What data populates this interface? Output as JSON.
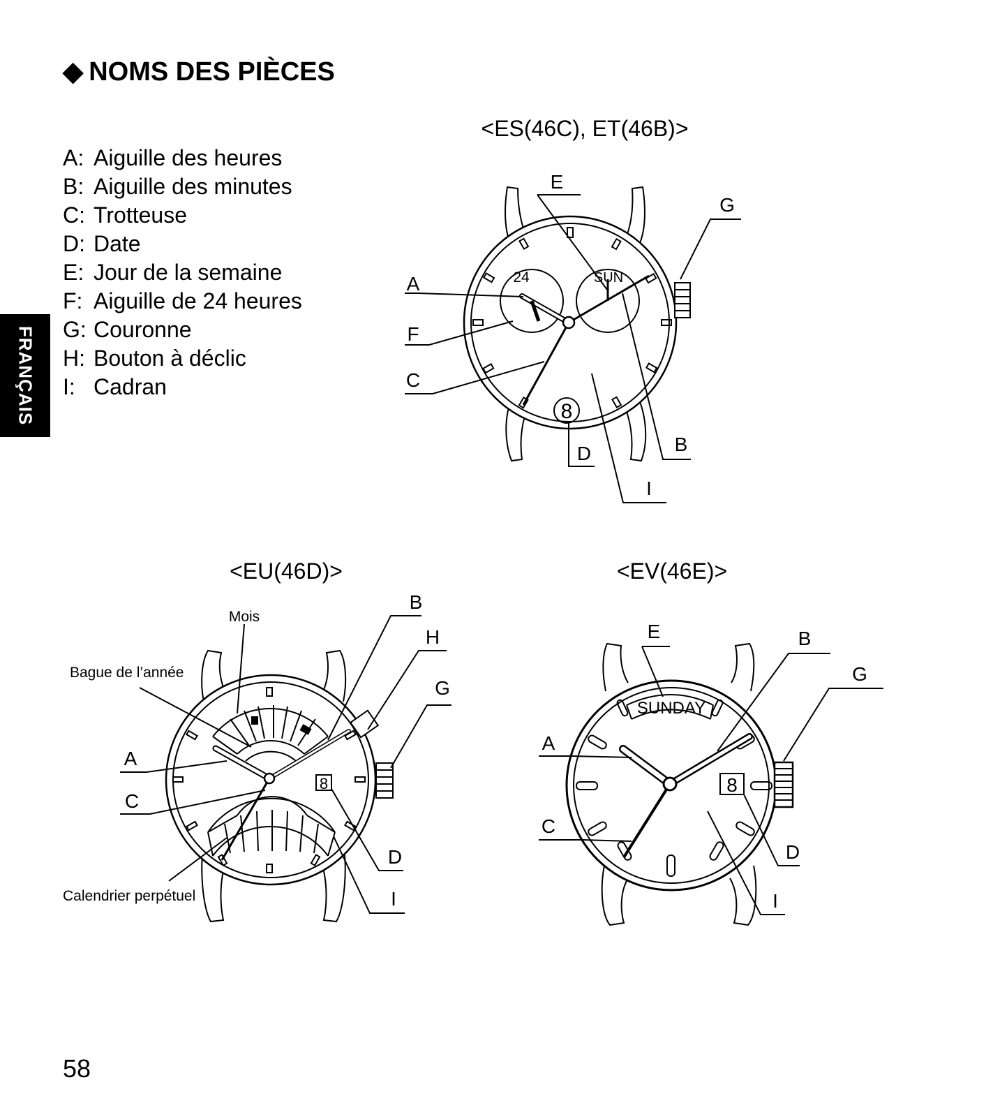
{
  "heading": {
    "bullet": "◆",
    "text": "NOMS DES PIÈCES"
  },
  "language_tab": "FRANÇAIS",
  "parts": [
    {
      "key": "A:",
      "name": "Aiguille des heures"
    },
    {
      "key": "B:",
      "name": "Aiguille des minutes"
    },
    {
      "key": "C:",
      "name": "Trotteuse"
    },
    {
      "key": "D:",
      "name": "Date"
    },
    {
      "key": "E:",
      "name": "Jour de la semaine"
    },
    {
      "key": "F:",
      "name": "Aiguille de 24 heures"
    },
    {
      "key": "G:",
      "name": "Couronne"
    },
    {
      "key": "H:",
      "name": "Bouton à déclic"
    },
    {
      "key": "I:",
      "name": "Cadran"
    }
  ],
  "diagrams": {
    "es": {
      "caption": "<ES(46C), ET(46B)>",
      "subdial_24": "24",
      "day_window": "SUN",
      "date_window": "8",
      "labels": {
        "A": "A",
        "B": "B",
        "C": "C",
        "D": "D",
        "E": "E",
        "F": "F",
        "G": "G",
        "I": "I"
      }
    },
    "eu": {
      "caption": "<EU(46D)>",
      "month_label": "Mois",
      "year_ring_label": "Bague de l’année",
      "perpetual_label": "Calendrier perpétuel",
      "date_window": "8",
      "labels": {
        "A": "A",
        "B": "B",
        "C": "C",
        "D": "D",
        "G": "G",
        "H": "H",
        "I": "I"
      }
    },
    "ev": {
      "caption": "<EV(46E)>",
      "day_window": "SUNDAY",
      "date_window": "8",
      "labels": {
        "A": "A",
        "B": "B",
        "C": "C",
        "D": "D",
        "E": "E",
        "G": "G",
        "I": "I"
      }
    }
  },
  "page_number": "58"
}
